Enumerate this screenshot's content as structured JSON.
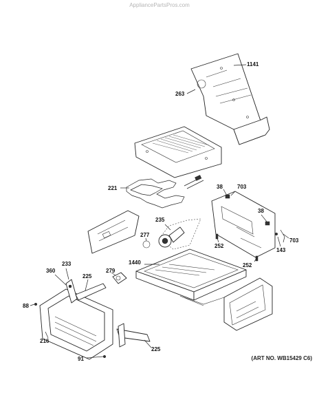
{
  "header": {
    "watermark": "AppliancePartsPros.com"
  },
  "footer": {
    "art_number": "(ART NO. WB15429 C6)"
  },
  "callouts": [
    "1141",
    "263",
    "221",
    "38",
    "703",
    "38",
    "235",
    "277",
    "252",
    "143",
    "703",
    "1440",
    "252",
    "233",
    "360",
    "279",
    "225",
    "88",
    "216",
    "225",
    "91"
  ]
}
